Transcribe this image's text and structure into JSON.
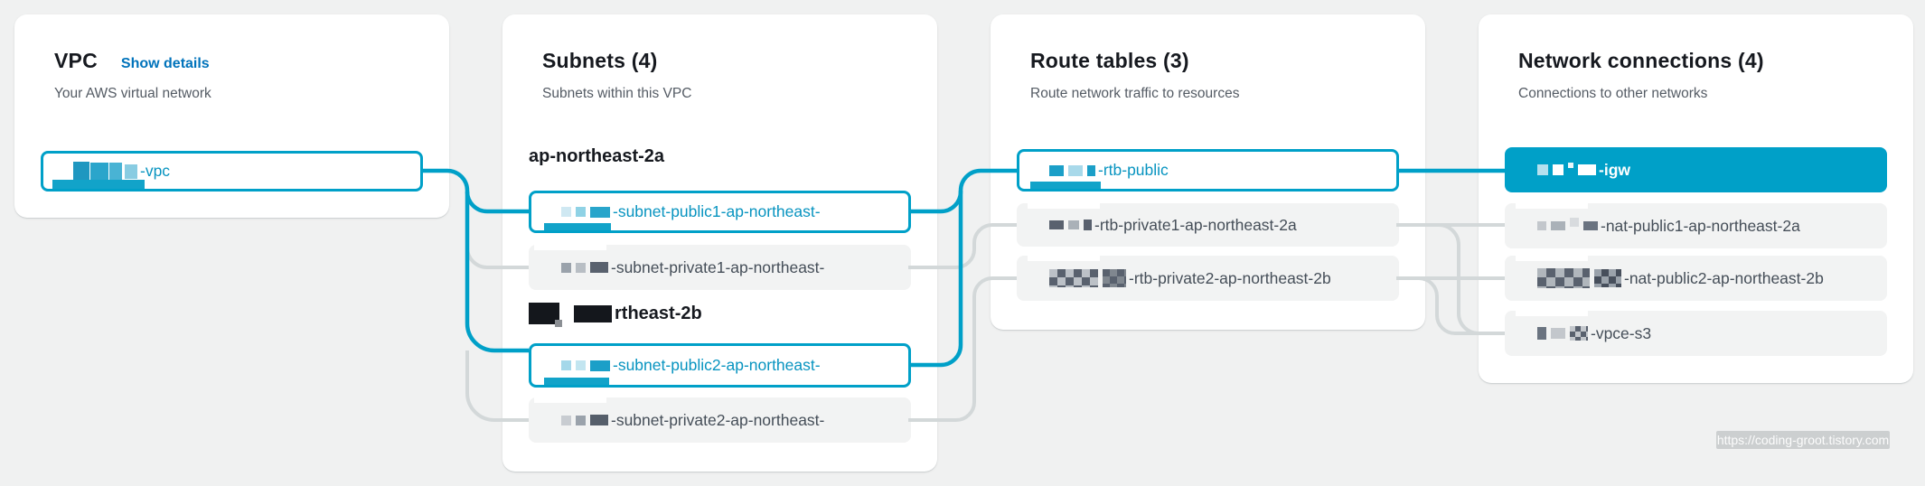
{
  "colors": {
    "accent": "#00a0c8",
    "link_blue": "#0073bb",
    "line_gray": "#d3d8d9",
    "page_bg": "#f0f1f1",
    "item_bg": "#f2f3f3",
    "selected_bg": "#00a0c8"
  },
  "watermark": "https://coding-groot.tistory.com",
  "panels": {
    "vpc": {
      "title": "VPC",
      "show_details": "Show details",
      "subtitle": "Your AWS virtual network",
      "items": [
        {
          "label": "-vpc"
        }
      ]
    },
    "subnets": {
      "title": "Subnets (4)",
      "subtitle": "Subnets within this VPC",
      "group_a": "ap-northeast-2a",
      "group_b_visible": "rtheast-2b",
      "items": [
        {
          "label": "-subnet-public1-ap-northeast-"
        },
        {
          "label": "-subnet-private1-ap-northeast-"
        },
        {
          "label": "-subnet-public2-ap-northeast-"
        },
        {
          "label": "-subnet-private2-ap-northeast-"
        }
      ]
    },
    "route_tables": {
      "title": "Route tables (3)",
      "subtitle": "Route network traffic to resources",
      "items": [
        {
          "label": "-rtb-public"
        },
        {
          "label": "-rtb-private1-ap-northeast-2a"
        },
        {
          "label": "-rtb-private2-ap-northeast-2b"
        }
      ]
    },
    "network_connections": {
      "title": "Network connections (4)",
      "subtitle": "Connections to other networks",
      "items": [
        {
          "label": "-igw"
        },
        {
          "label": "-nat-public1-ap-northeast-2a"
        },
        {
          "label": "-nat-public2-ap-northeast-2b"
        },
        {
          "label": "-vpce-s3"
        }
      ]
    }
  }
}
